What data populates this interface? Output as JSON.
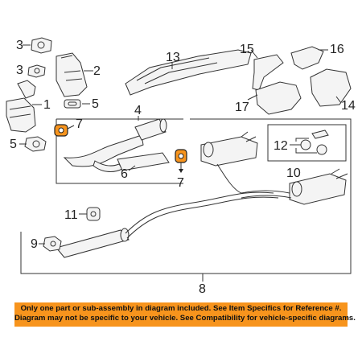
{
  "callouts": {
    "c1": "1",
    "c2": "2",
    "c3": "3",
    "c4": "4",
    "c5a": "5",
    "c5b": "5",
    "c6": "6",
    "c7a": "7",
    "c7b": "7",
    "c8": "8",
    "c9": "9",
    "c10": "10",
    "c11": "11",
    "c12": "12",
    "c13": "13",
    "c14": "14",
    "c15": "15",
    "c16": "16",
    "c17": "17"
  },
  "banner": {
    "line1": "Only one part or sub-assembly in diagram included. See Item Specifics for Reference #.",
    "line2": "Diagram may not be specific to your vehicle. See Compatibility for vehicle-specific diagrams."
  },
  "colors": {
    "highlight": "#f7941d",
    "banner": "#f7941d"
  }
}
